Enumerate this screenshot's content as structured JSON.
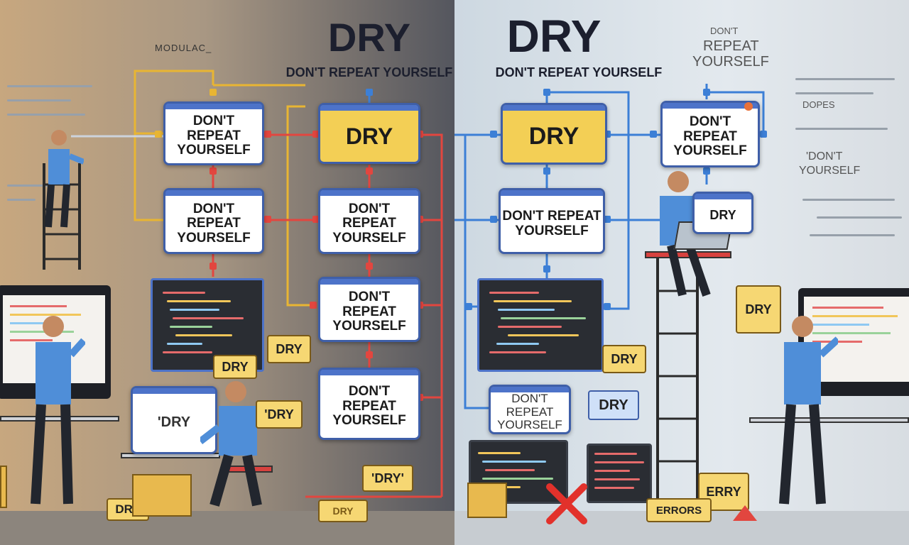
{
  "header_left": {
    "title": "DRY",
    "subtitle": "DON'T REPEAT YOURSELF",
    "corner_label": "MODULAC_"
  },
  "header_right": {
    "title": "DRY",
    "subtitle": "DON'T REPEAT YOURSELF",
    "corner_label_line1": "DON'T",
    "corner_label_line2": "REPEAT",
    "corner_label_line3": "YOURSELF"
  },
  "left_column_boxes": [
    {
      "text": "DON'T REPEAT YOURSELF"
    },
    {
      "text": "DON'T REPEAT YOURSELF"
    }
  ],
  "center_column_boxes": [
    {
      "text": "DRY"
    },
    {
      "text": "DON'T REPEAT YOURSELF"
    },
    {
      "text": "DON'T REPEAT YOURSELF"
    },
    {
      "text": "DON'T REPEAT YOURSELF"
    }
  ],
  "right_column_boxes": [
    {
      "text": "DRY"
    },
    {
      "text": "DON'T REPEAT YOURSELF"
    },
    {
      "text": "DON'T REPEAT YOURSELF"
    }
  ],
  "tags": {
    "left_dry_1": "DRY",
    "left_dry_2": "DRY",
    "laptop_screen": "'DRY",
    "left_dry_3": "'DRY",
    "center_dry": "'DRY'",
    "floor_dry_1": "DRY",
    "floor_dry_2": "DRY",
    "right_dry_1": "DRY",
    "right_dry_2": "DRY",
    "right_dry_3": "DRY",
    "right_dry_4": "DRY",
    "erry": "ERRY",
    "errors": "ERRORS",
    "dont_repeat_floating": "DON'T REPEAT YOURSELF"
  },
  "right_wall_text": {
    "dopes": "DOPES",
    "dont": "'DON'T",
    "yourself": "YOURSELF"
  },
  "colors": {
    "red_wire": "#e2463f",
    "yellow_wire": "#e8b533",
    "blue_wire": "#3c7fd6",
    "box_border": "#3f5fa8",
    "accent_yellow": "#f3cf55"
  }
}
